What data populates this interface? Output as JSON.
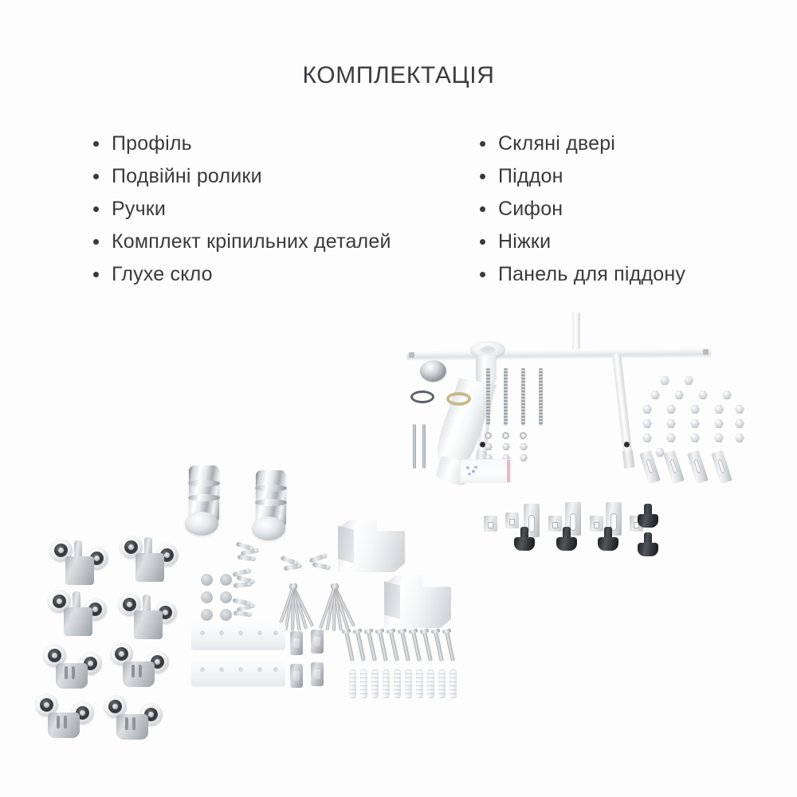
{
  "heading": {
    "title": "КОМПЛЕКТАЦІЯ"
  },
  "colors": {
    "background": "#fdfdfd",
    "text": "#3a3a3c",
    "bullet": "#3a3a3c",
    "chrome": "#c3c7ca",
    "white_plastic": "#f4f5f6",
    "grey_plastic": "#b6babd",
    "black_rubber": "#2a2c2f",
    "brass_ring": "#c9b98a"
  },
  "spec_list": {
    "left_column": [
      {
        "label": "Профіль"
      },
      {
        "label": "Подвійні ролики"
      },
      {
        "label": "Ручки"
      },
      {
        "label": "Комплект кріпильних деталей"
      },
      {
        "label": "Глухе скло"
      }
    ],
    "right_column": [
      {
        "label": "Скляні двері"
      },
      {
        "label": "Піддон"
      },
      {
        "label": "Сифон"
      },
      {
        "label": "Ніжки"
      },
      {
        "label": "Панель для піддону"
      }
    ]
  },
  "product_photo": {
    "groups": [
      {
        "name": "frame-rail-assembly",
        "icon": "frame-rail-icon",
        "count": 1
      },
      {
        "name": "siphon-assembly",
        "icon": "siphon-icon",
        "count": 1
      },
      {
        "name": "drain-cap",
        "icon": "drain-cap-icon",
        "count": 1
      },
      {
        "name": "rubber-gasket",
        "icon": "gasket-ring-icon",
        "count": 1
      },
      {
        "name": "brass-ring",
        "icon": "brass-ring-icon",
        "count": 1
      },
      {
        "name": "metal-rods-pair",
        "icon": "rod-icon",
        "count": 2
      },
      {
        "name": "threaded-rods",
        "icon": "threaded-rod-icon",
        "count": 4
      },
      {
        "name": "nut-washer-grid",
        "icon": "hex-nut-icon",
        "count": 22
      },
      {
        "name": "slotted-brackets",
        "icon": "slotted-bracket-icon",
        "count": 4
      },
      {
        "name": "leg-brackets",
        "icon": "leg-bracket-icon",
        "count": 3
      },
      {
        "name": "small-clips",
        "icon": "small-clip-icon",
        "count": 6
      },
      {
        "name": "adjustable-feet",
        "icon": "rubber-foot-icon",
        "count": 5
      },
      {
        "name": "parts-bag",
        "icon": "parts-bag-icon",
        "count": 1
      },
      {
        "name": "door-handles",
        "icon": "chrome-knob-icon",
        "count": 2
      },
      {
        "name": "double-roller-assemblies",
        "icon": "roller-wheel-icon",
        "count": 8
      },
      {
        "name": "grey-cover-caps",
        "icon": "round-cap-icon",
        "count": 8
      },
      {
        "name": "screw-clusters",
        "icon": "screw-cluster-icon",
        "count": 6
      },
      {
        "name": "long-screw-fans",
        "icon": "long-screw-icon",
        "count": 2
      },
      {
        "name": "white-corner-caps",
        "icon": "corner-cap-icon",
        "count": 2
      },
      {
        "name": "perforated-strips",
        "icon": "perforated-strip-icon",
        "count": 2
      },
      {
        "name": "rectangular-clips",
        "icon": "rect-clip-icon",
        "count": 4
      },
      {
        "name": "wall-screws-row",
        "icon": "wall-screw-icon",
        "count": 10
      },
      {
        "name": "wall-plugs-row",
        "icon": "wall-plug-icon",
        "count": 10
      }
    ]
  }
}
